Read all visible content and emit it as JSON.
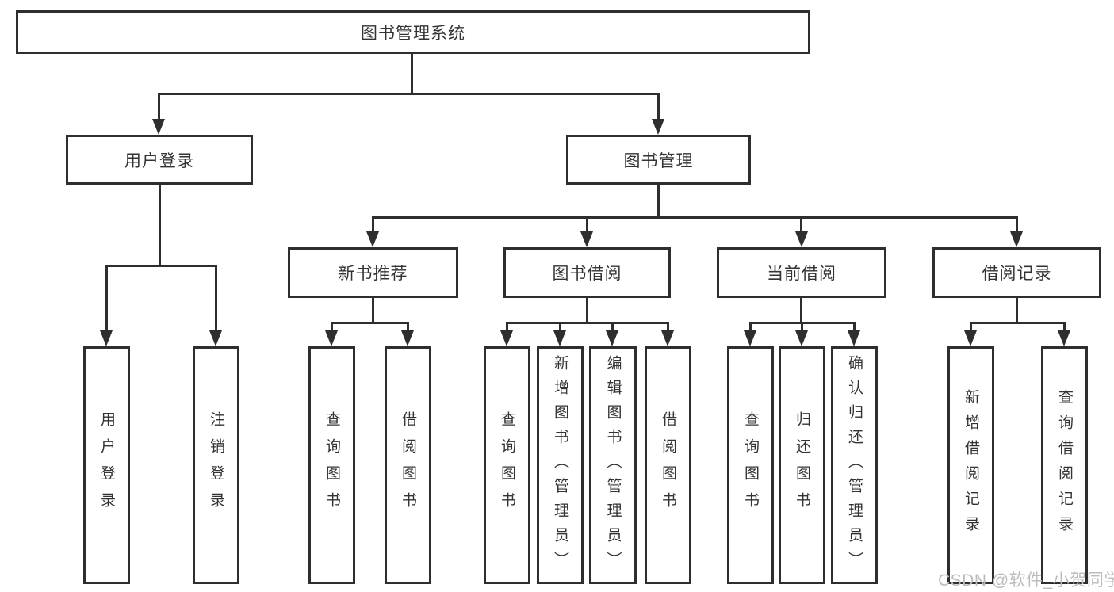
{
  "diagram": {
    "title": "图书管理系统",
    "colors": {
      "line": "#2e2e2e",
      "text": "#333333",
      "background": "#ffffff",
      "watermark": "#bcbcbc"
    },
    "level2": [
      {
        "label": "用户登录"
      },
      {
        "label": "图书管理"
      }
    ],
    "level3": [
      {
        "label": "新书推荐"
      },
      {
        "label": "图书借阅"
      },
      {
        "label": "当前借阅"
      },
      {
        "label": "借阅记录"
      }
    ],
    "leaves": {
      "user_login": [
        "用户登录",
        "注销登录"
      ],
      "new_book_recommend": [
        "查询图书",
        "借阅图书"
      ],
      "book_borrow": [
        "查询图书",
        "新增图书（管理员）",
        "编辑图书（管理员）",
        "借阅图书"
      ],
      "current_borrow": [
        "查询图书",
        "归还图书",
        "确认归还（管理员）"
      ],
      "borrow_record": [
        "新增借阅记录",
        "查询借阅记录"
      ]
    },
    "watermark": "CSDN @软件_小贺同学"
  }
}
